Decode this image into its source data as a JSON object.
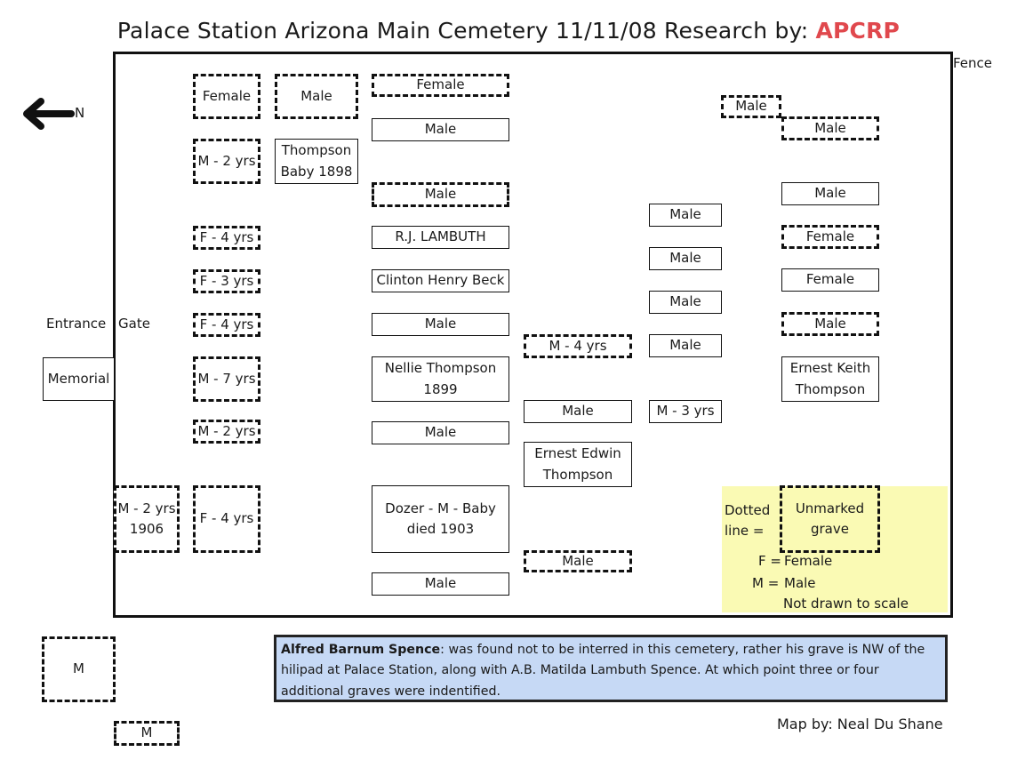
{
  "title": {
    "main": "Palace Station Arizona Main Cemetery 11/11/08 Research by:",
    "brand": "APCRP"
  },
  "labels": {
    "fence": "Fence",
    "north": "N",
    "entrance": "Entrance",
    "gate": "Gate"
  },
  "graves": [
    {
      "id": "c1-female",
      "text": "Female",
      "style": "dashed"
    },
    {
      "id": "c1-m2",
      "text": "M - 2 yrs",
      "style": "dashed"
    },
    {
      "id": "c1-f4a",
      "text": "F - 4 yrs",
      "style": "dashed"
    },
    {
      "id": "c1-f3",
      "text": "F - 3 yrs",
      "style": "dashed"
    },
    {
      "id": "c1-f4b",
      "text": "F - 4 yrs",
      "style": "dashed"
    },
    {
      "id": "c1-m7",
      "text": "M - 7 yrs",
      "style": "dashed"
    },
    {
      "id": "c1-m2b",
      "text": "M - 2 yrs",
      "style": "dashed"
    },
    {
      "id": "c1-f4c",
      "text": "F - 4 yrs",
      "style": "dashed"
    },
    {
      "id": "c0-m2-1906",
      "text": "M - 2 yrs\n1906",
      "style": "dashed"
    },
    {
      "id": "c2-male",
      "text": "Male",
      "style": "dashed"
    },
    {
      "id": "c2-thompson-baby",
      "text": "Thompson\nBaby 1898",
      "style": "solid"
    },
    {
      "id": "c3-female",
      "text": "Female",
      "style": "dashed"
    },
    {
      "id": "c3-male1",
      "text": "Male",
      "style": "solid"
    },
    {
      "id": "c3-male2",
      "text": "Male",
      "style": "dashed"
    },
    {
      "id": "c3-lambuth",
      "text": "R.J. LAMBUTH",
      "style": "solid"
    },
    {
      "id": "c3-beck",
      "text": "Clinton Henry Beck",
      "style": "solid"
    },
    {
      "id": "c3-male3",
      "text": "Male",
      "style": "solid"
    },
    {
      "id": "c3-nellie",
      "text": "Nellie Thompson\n1899",
      "style": "solid"
    },
    {
      "id": "c3-male4",
      "text": "Male",
      "style": "solid"
    },
    {
      "id": "c3-dozer",
      "text": "Dozer - M - Baby\ndied 1903",
      "style": "solid"
    },
    {
      "id": "c3-male5",
      "text": "Male",
      "style": "solid"
    },
    {
      "id": "c4-m4",
      "text": "M - 4 yrs",
      "style": "dashed"
    },
    {
      "id": "c4-male1",
      "text": "Male",
      "style": "solid"
    },
    {
      "id": "c4-ernest-edwin",
      "text": "Ernest Edwin\nThompson",
      "style": "solid"
    },
    {
      "id": "c4-male2",
      "text": "Male",
      "style": "dashed"
    },
    {
      "id": "c5-male1",
      "text": "Male",
      "style": "solid"
    },
    {
      "id": "c5-male2",
      "text": "Male",
      "style": "solid"
    },
    {
      "id": "c5-male3",
      "text": "Male",
      "style": "solid"
    },
    {
      "id": "c5-male4",
      "text": "Male",
      "style": "solid"
    },
    {
      "id": "c5-m3",
      "text": "M - 3 yrs",
      "style": "solid"
    },
    {
      "id": "c6-male-top",
      "text": "Male",
      "style": "dashed"
    },
    {
      "id": "c7-male1",
      "text": "Male",
      "style": "dashed"
    },
    {
      "id": "c7-male2",
      "text": "Male",
      "style": "solid"
    },
    {
      "id": "c7-female1",
      "text": "Female",
      "style": "dashed"
    },
    {
      "id": "c7-female2",
      "text": "Female",
      "style": "solid"
    },
    {
      "id": "c7-male3",
      "text": "Male",
      "style": "dashed"
    },
    {
      "id": "c7-ernest-keith",
      "text": "Ernest Keith\nThompson",
      "style": "solid"
    },
    {
      "id": "memorial",
      "text": "Memorial",
      "style": "solid"
    },
    {
      "id": "outside-m1",
      "text": "M",
      "style": "dashed"
    },
    {
      "id": "outside-m2",
      "text": "M",
      "style": "dashed"
    }
  ],
  "legend": {
    "dotted_line": "Dotted\nline =",
    "unmarked": "Unmarked\ngrave",
    "f_key": "F =",
    "f_value": "Female",
    "m_key": "M =",
    "m_value": "Male",
    "scale": "Not drawn to scale"
  },
  "note": {
    "name": "Alfred Barnum Spence",
    "text": ": was found not to be interred in this cemetery, rather his grave is NW of the hilipad at Palace Station, along with A.B. Matilda Lambuth Spence. At which point three or four additional graves were indentified."
  },
  "credit": "Map by: Neal Du Shane",
  "colors": {
    "brand": "#e0484d",
    "legend_bg": "#fafab4",
    "note_bg": "#c6d9f5"
  }
}
